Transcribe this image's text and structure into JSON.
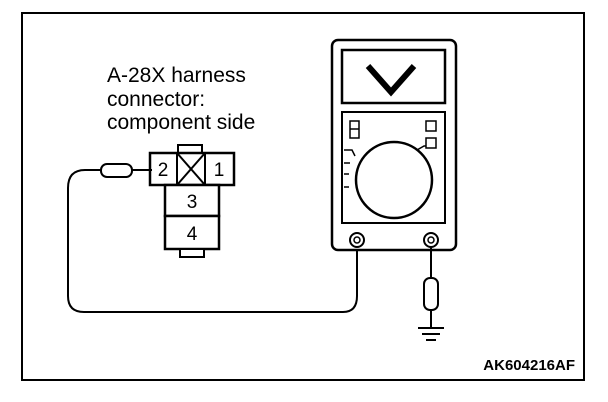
{
  "connector_label": {
    "line1": "A-28X harness",
    "line2": "connector:",
    "line3": "component side"
  },
  "connector": {
    "pins": [
      "2",
      "1",
      "3",
      "4"
    ]
  },
  "meter": {
    "mode": "voltage",
    "display_icon": "v-icon"
  },
  "figure_code": "AK604216AF",
  "colors": {
    "line": "#000000",
    "background": "#ffffff"
  }
}
